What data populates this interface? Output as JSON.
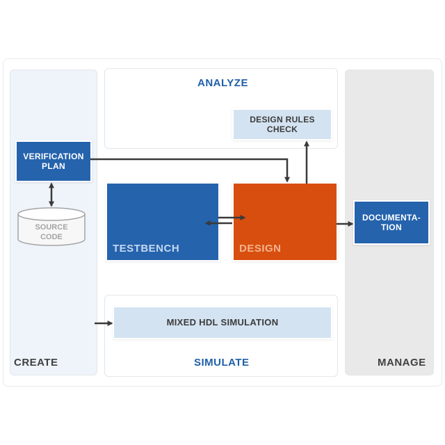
{
  "sections": {
    "analyze": "ANALYZE",
    "create": "CREATE",
    "simulate": "SIMULATE",
    "manage": "MANAGE"
  },
  "nodes": {
    "verification_plan": "VERIFICATION\nPLAN",
    "source_code": [
      "SOURCE",
      "CODE"
    ],
    "design_rules_check": "DESIGN RULES\nCHECK",
    "testbench": "TESTBENCH",
    "design": "DESIGN",
    "documentation": "DOCUMENTA-\nTION",
    "mixed_hdl_simulation": "MIXED HDL SIMULATION"
  },
  "colors": {
    "dark_blue": "#2563ad",
    "orange": "#d84e0f",
    "light_blue": "#d4e3f1",
    "arrow": "#3a3a3a",
    "section_blue": "#1f5fa8"
  }
}
